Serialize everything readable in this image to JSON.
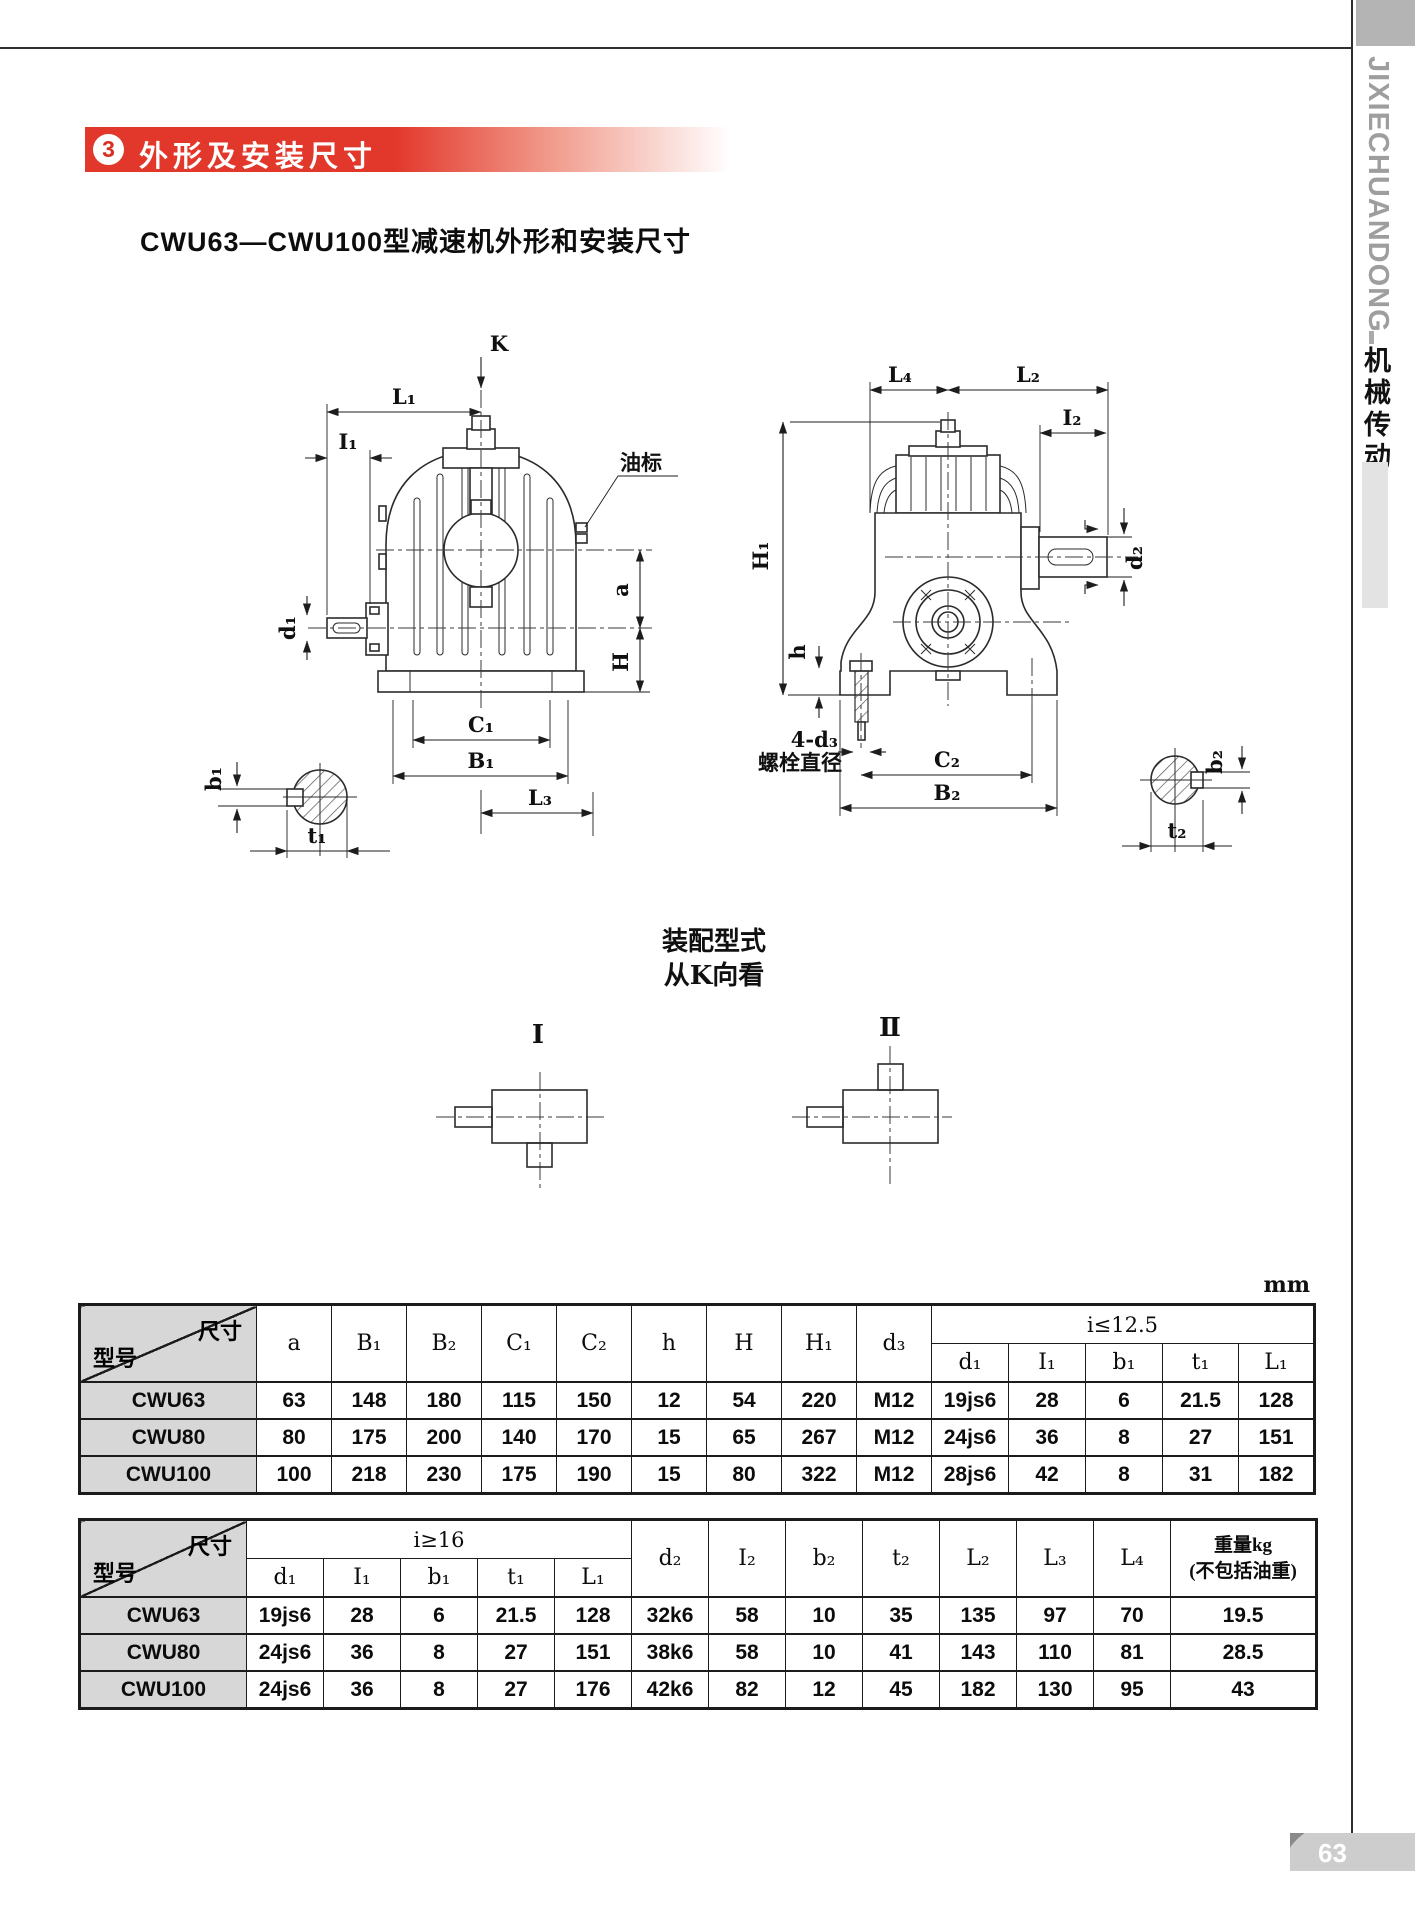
{
  "header": {
    "badge": "3",
    "title": "外形及安装尺寸"
  },
  "subtitle": "CWU63—CWU100型减速机外形和安装尺寸",
  "sidebar": {
    "brand": "JIXIECHUANDONG",
    "category": "机械传动",
    "page_number": "63"
  },
  "unit_label": "mm",
  "drawing": {
    "front": {
      "k": "K",
      "l1": "L₁",
      "i1": "I₁",
      "oil_gauge": "油标",
      "d1": "d₁",
      "a": "a",
      "H": "H",
      "c1": "C₁",
      "b1": "B₁",
      "l3": "L₃",
      "key_b1": "b₁",
      "key_t1": "t₁"
    },
    "side": {
      "l4": "L₄",
      "l2": "L₂",
      "i2": "I₂",
      "h1": "H₁",
      "d2": "d₂",
      "h": "h",
      "bolt_line1": "4-d₃",
      "bolt_line2": "螺栓直径",
      "c2": "C₂",
      "b2": "B₂",
      "key_b2": "b₂",
      "key_t2": "t₂"
    },
    "assembly": {
      "title_line1": "装配型式",
      "title_line2": "从K向看",
      "label_i": "I",
      "label_ii": "Ⅱ"
    }
  },
  "table1": {
    "corner_top": "尺寸",
    "corner_bottom": "型号",
    "headers": [
      "a",
      "B₁",
      "B₂",
      "C₁",
      "C₂",
      "h",
      "H",
      "H₁",
      "d₃"
    ],
    "span_header": "i≤12.5",
    "sub_headers": [
      "d₁",
      "I₁",
      "b₁",
      "t₁",
      "L₁"
    ],
    "rows": [
      {
        "model": "CWU63",
        "values": [
          "63",
          "148",
          "180",
          "115",
          "150",
          "12",
          "54",
          "220",
          "M12",
          "19js6",
          "28",
          "6",
          "21.5",
          "128"
        ]
      },
      {
        "model": "CWU80",
        "values": [
          "80",
          "175",
          "200",
          "140",
          "170",
          "15",
          "65",
          "267",
          "M12",
          "24js6",
          "36",
          "8",
          "27",
          "151"
        ]
      },
      {
        "model": "CWU100",
        "values": [
          "100",
          "218",
          "230",
          "175",
          "190",
          "15",
          "80",
          "322",
          "M12",
          "28js6",
          "42",
          "8",
          "31",
          "182"
        ]
      }
    ]
  },
  "table2": {
    "corner_top": "尺寸",
    "corner_bottom": "型号",
    "span_header": "i≥16",
    "sub_headers": [
      "d₁",
      "I₁",
      "b₁",
      "t₁",
      "L₁"
    ],
    "headers": [
      "d₂",
      "I₂",
      "b₂",
      "t₂",
      "L₂",
      "L₃",
      "L₄"
    ],
    "weight_line1": "重量kg",
    "weight_line2": "(不包括油重)",
    "rows": [
      {
        "model": "CWU63",
        "values": [
          "19js6",
          "28",
          "6",
          "21.5",
          "128",
          "32k6",
          "58",
          "10",
          "35",
          "135",
          "97",
          "70",
          "19.5"
        ]
      },
      {
        "model": "CWU80",
        "values": [
          "24js6",
          "36",
          "8",
          "27",
          "151",
          "38k6",
          "58",
          "10",
          "41",
          "143",
          "110",
          "81",
          "28.5"
        ]
      },
      {
        "model": "CWU100",
        "values": [
          "24js6",
          "36",
          "8",
          "27",
          "176",
          "42k6",
          "82",
          "12",
          "45",
          "182",
          "130",
          "95",
          "43"
        ]
      }
    ]
  }
}
